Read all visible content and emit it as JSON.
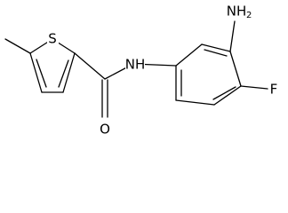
{
  "molecule": {
    "atom_labels": {
      "thiophene_sulfur": "S",
      "amide_nitrogen": "NH",
      "carbonyl_oxygen": "O",
      "amino_group": "NH",
      "amino_subscript": "2",
      "fluorine": "F"
    }
  }
}
